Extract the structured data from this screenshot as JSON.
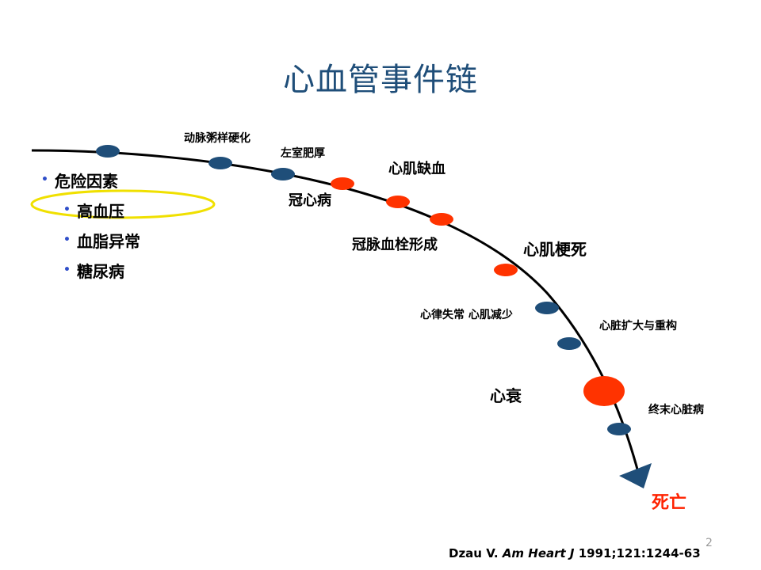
{
  "title": "心血管事件链",
  "risk_factors": {
    "heading": "危险因素",
    "items": [
      "高血压",
      "血脂异常",
      "糖尿病"
    ]
  },
  "chain_labels": {
    "atherosclerosis": "动脉粥样硬化",
    "lvh": "左室肥厚",
    "chd": "冠心病",
    "ischemia": "心肌缺血",
    "thrombosis": "冠脉血栓形成",
    "mi": "心肌梗死",
    "arrhythmia": "心律失常 心肌减少",
    "remodeling": "心脏扩大与重构",
    "hf": "心衰",
    "esld": "终末心脏病",
    "death": "死亡"
  },
  "citation": {
    "author": "Dzau V.",
    "journal": "Am Heart J",
    "details": "1991;121:1244-63"
  },
  "page_number": "2",
  "colors": {
    "title": "#1f4e79",
    "navy_node": "#1f4e79",
    "red_node": "#ff3300",
    "highlight_ellipse": "#f0e000",
    "death_text": "#ff2200",
    "bullet": "#2f4ec9"
  }
}
